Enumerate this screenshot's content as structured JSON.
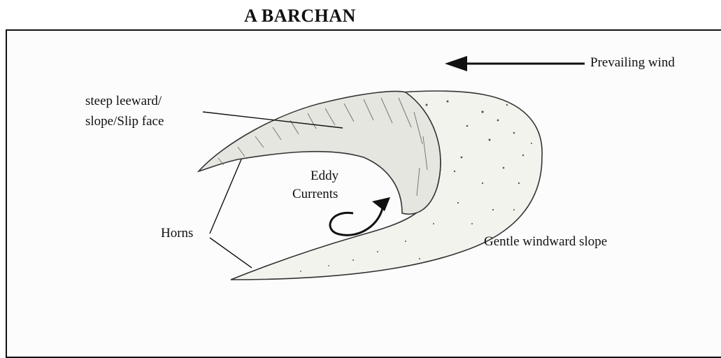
{
  "title": "A BARCHAN",
  "labels": {
    "prevailing_wind": "Prevailing wind",
    "slip_face_line1": "steep leeward/",
    "slip_face_line2": "slope/Slip face",
    "eddy_line1": "Eddy",
    "eddy_line2": "Currents",
    "horns": "Horns",
    "windward": "Gentle windward slope"
  }
}
